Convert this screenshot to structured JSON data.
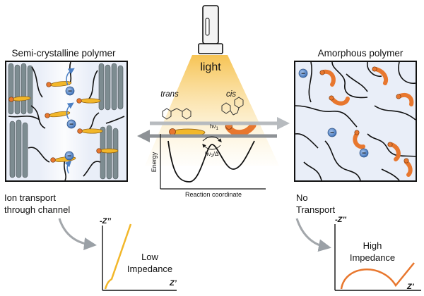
{
  "left_panel": {
    "title": "Semi-crystalline polymer"
  },
  "right_panel": {
    "title": "Amorphous polymer"
  },
  "lamp": {
    "label": "light"
  },
  "isomers": {
    "trans_label": "trans",
    "cis_label": "cis"
  },
  "energy_plot": {
    "y_label": "Energy",
    "x_label": "Reaction coordinate",
    "forward_label": "hν",
    "forward_sub": "1",
    "reverse_label": "hν",
    "reverse_sub": "2",
    "reverse_suffix": "/Δ"
  },
  "left_caption": {
    "line1": "Ion transport",
    "line2": "through channel"
  },
  "right_caption": {
    "line1": "No",
    "line2": "Transport"
  },
  "left_impedance": {
    "y_label": "-Z’’",
    "x_label": "Z’",
    "label_line1": "Low",
    "label_line2": "Impedance"
  },
  "right_impedance": {
    "y_label": "-Z’’",
    "x_label": "Z’",
    "label_line1": "High",
    "label_line2": "Impedance"
  },
  "anion_sign": "−",
  "colors": {
    "crystal": "#7d8c91",
    "orange": "#e8772e",
    "yellow": "#f2b72a",
    "blue_ion": "#4b7fc4",
    "panel_bg": "#e9eef8"
  }
}
